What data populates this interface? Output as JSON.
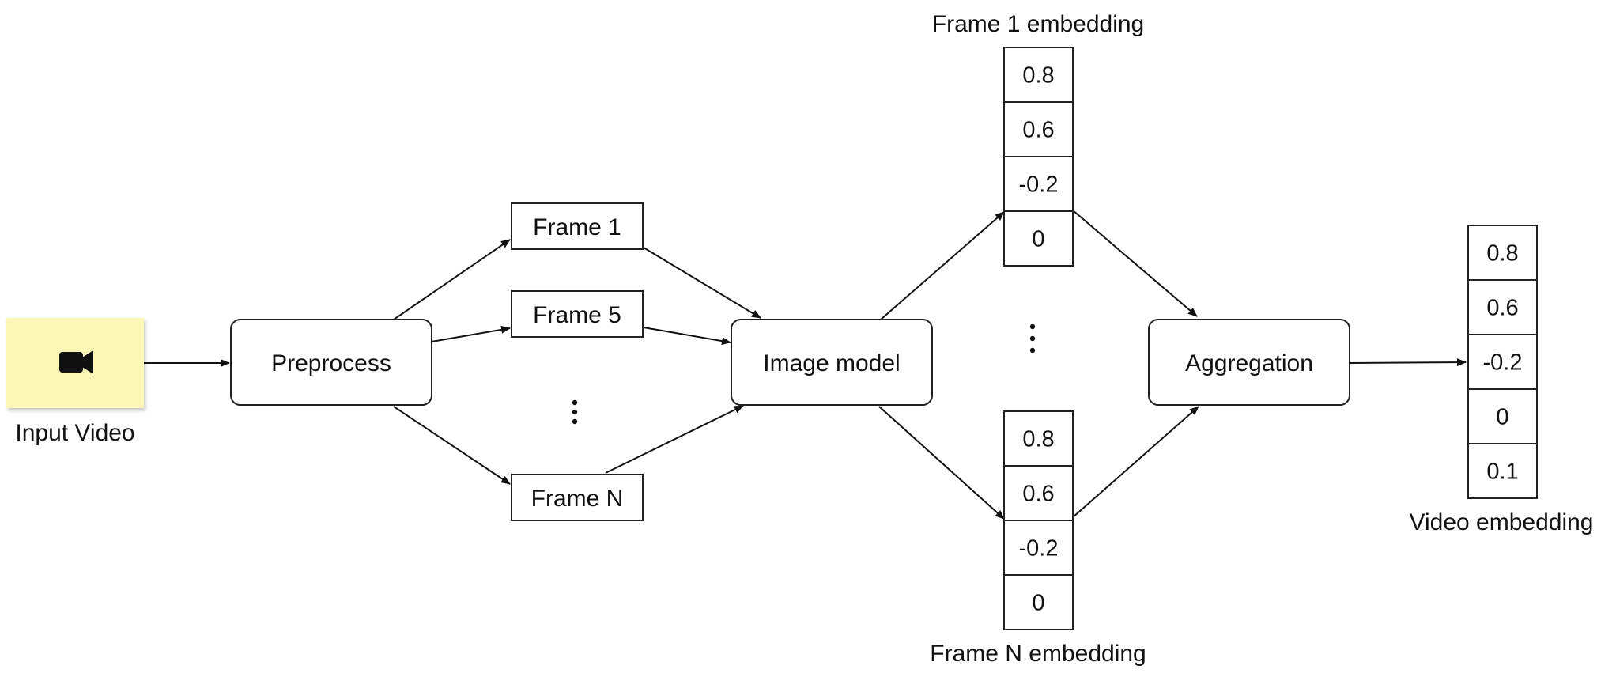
{
  "diagram": {
    "input_label": "Input Video",
    "input_icon": "video-camera-icon",
    "input_fill": "#fcf7b6",
    "preprocess_label": "Preprocess",
    "frames": {
      "frame1": "Frame 1",
      "frame5": "Frame 5",
      "frameN": "Frame N"
    },
    "image_model_label": "Image model",
    "aggregation_label": "Aggregation",
    "frame1_embedding": {
      "label": "Frame 1 embedding",
      "values": [
        "0.8",
        "0.6",
        "-0.2",
        "0"
      ]
    },
    "frameN_embedding": {
      "label": "Frame N embedding",
      "values": [
        "0.8",
        "0.6",
        "-0.2",
        "0"
      ]
    },
    "video_embedding": {
      "label": "Video embedding",
      "values": [
        "0.8",
        "0.6",
        "-0.2",
        "0",
        "0.1"
      ]
    }
  }
}
